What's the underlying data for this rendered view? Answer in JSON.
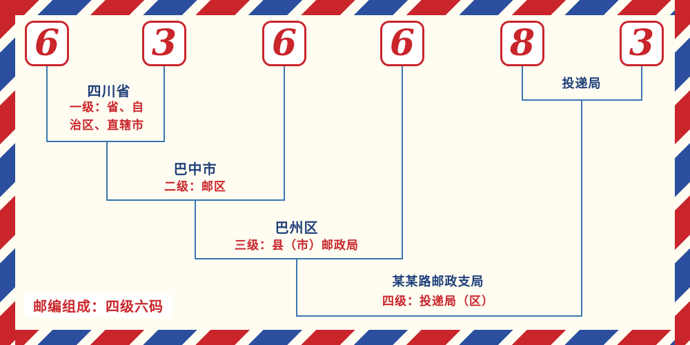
{
  "postal_code": {
    "digits": [
      "6",
      "3",
      "6",
      "6",
      "8",
      "3"
    ]
  },
  "labels": {
    "level1": {
      "name": "四川省",
      "desc_line1": "一级：省、自",
      "desc_line2": "治区、直辖市"
    },
    "level2": {
      "name": "巴中市",
      "desc": "二级：邮区"
    },
    "level3": {
      "name": "巴州区",
      "desc": "三级：县（市）邮政局"
    },
    "level4": {
      "name": "某某路邮政支局",
      "desc": "四级：投递局（区）"
    },
    "delivery": {
      "name": "投递局"
    }
  },
  "footer": {
    "composition": "邮编组成：四级六码"
  },
  "colors": {
    "digit_red": "#c9252b",
    "label_navy": "#1f3f7a",
    "line_blue": "#3a75b0",
    "stripe_red": "#c9252b",
    "stripe_blue": "#2b4f9e",
    "background": "#fffdf2"
  }
}
